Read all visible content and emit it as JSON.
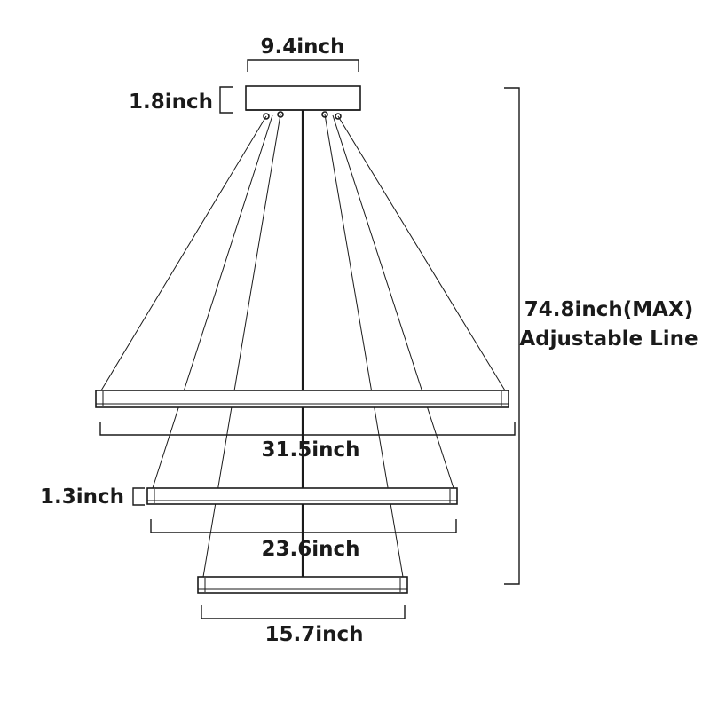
{
  "labels": {
    "canopy_width": "9.4inch",
    "canopy_height": "1.8inch",
    "ring_large_width": "31.5inch",
    "ring_medium_width": "23.6inch",
    "ring_small_width": "15.7inch",
    "ring_thickness": "1.3inch",
    "max_height_line1": "74.8inch(MAX)",
    "max_height_line2": "Adjustable Line"
  }
}
